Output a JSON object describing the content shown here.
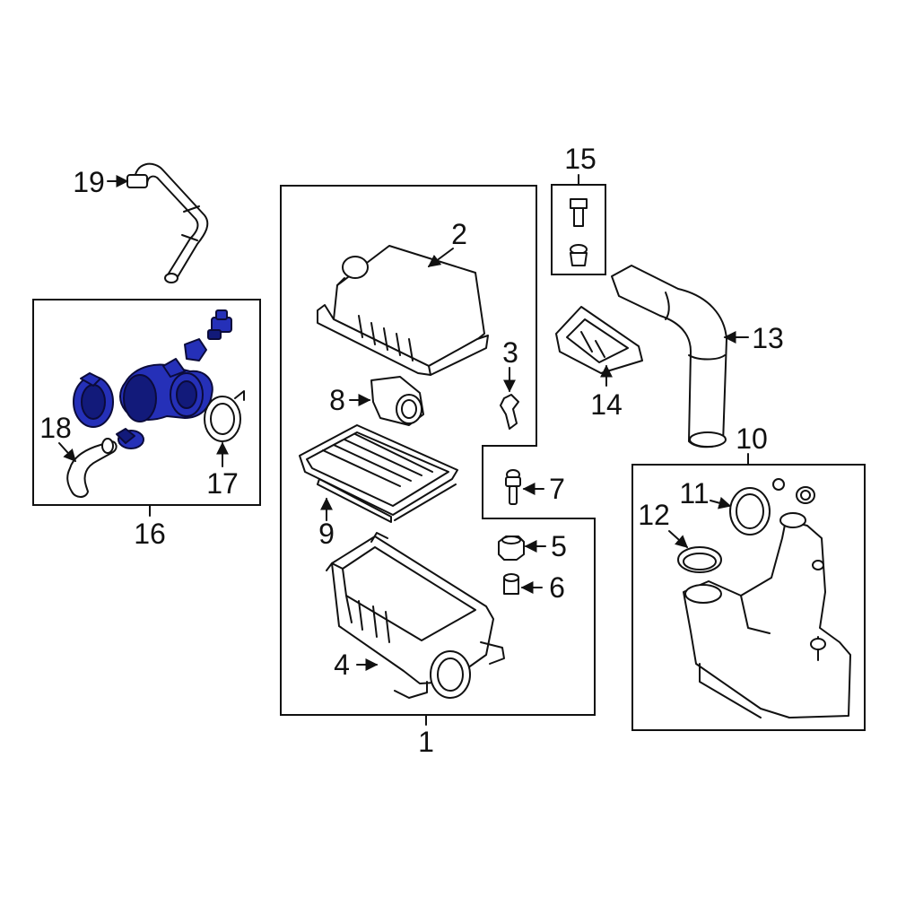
{
  "colors": {
    "highlight": "#2530b8",
    "highlight_dark": "#121a7a",
    "line": "#111111",
    "background": "#ffffff"
  },
  "callouts": {
    "c1": "1",
    "c2": "2",
    "c3": "3",
    "c4": "4",
    "c5": "5",
    "c6": "6",
    "c7": "7",
    "c8": "8",
    "c9": "9",
    "c10": "10",
    "c11": "11",
    "c12": "12",
    "c13": "13",
    "c14": "14",
    "c15": "15",
    "c16": "16",
    "c17": "17",
    "c18": "18",
    "c19": "19"
  }
}
